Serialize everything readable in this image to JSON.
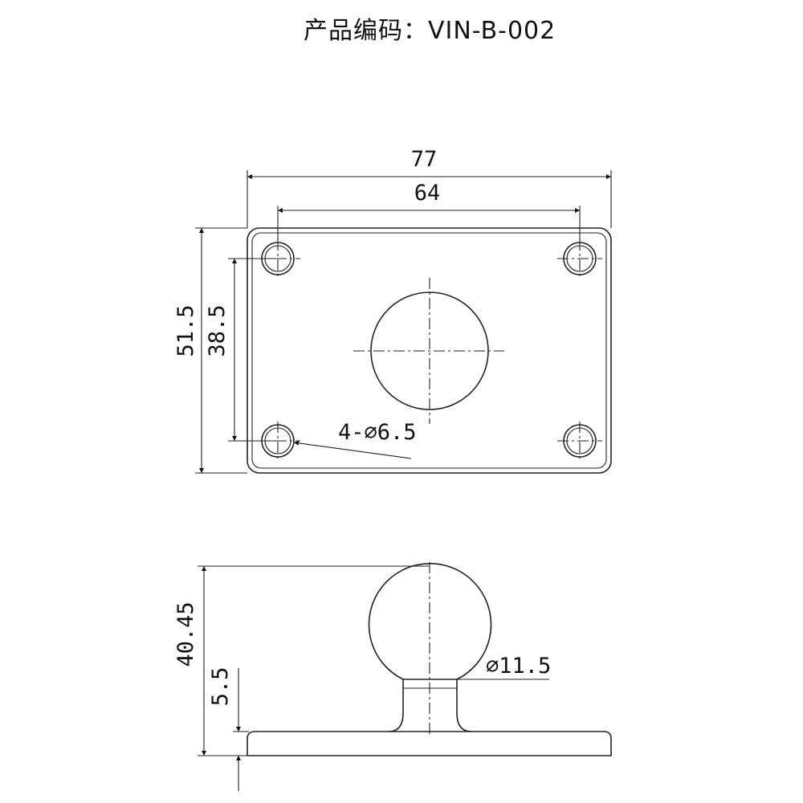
{
  "title": {
    "label": "产品编码",
    "separator": "：",
    "code": "VIN-B-002"
  },
  "top_view": {
    "dim_overall_width": "77",
    "dim_hole_spacing_x": "64",
    "dim_overall_height": "51.5",
    "dim_hole_spacing_y": "38.5",
    "hole_callout": "4-⌀6.5"
  },
  "side_view": {
    "dim_total_height": "40.45",
    "dim_base_height": "5.5",
    "dim_neck_diameter": "⌀11.5"
  }
}
